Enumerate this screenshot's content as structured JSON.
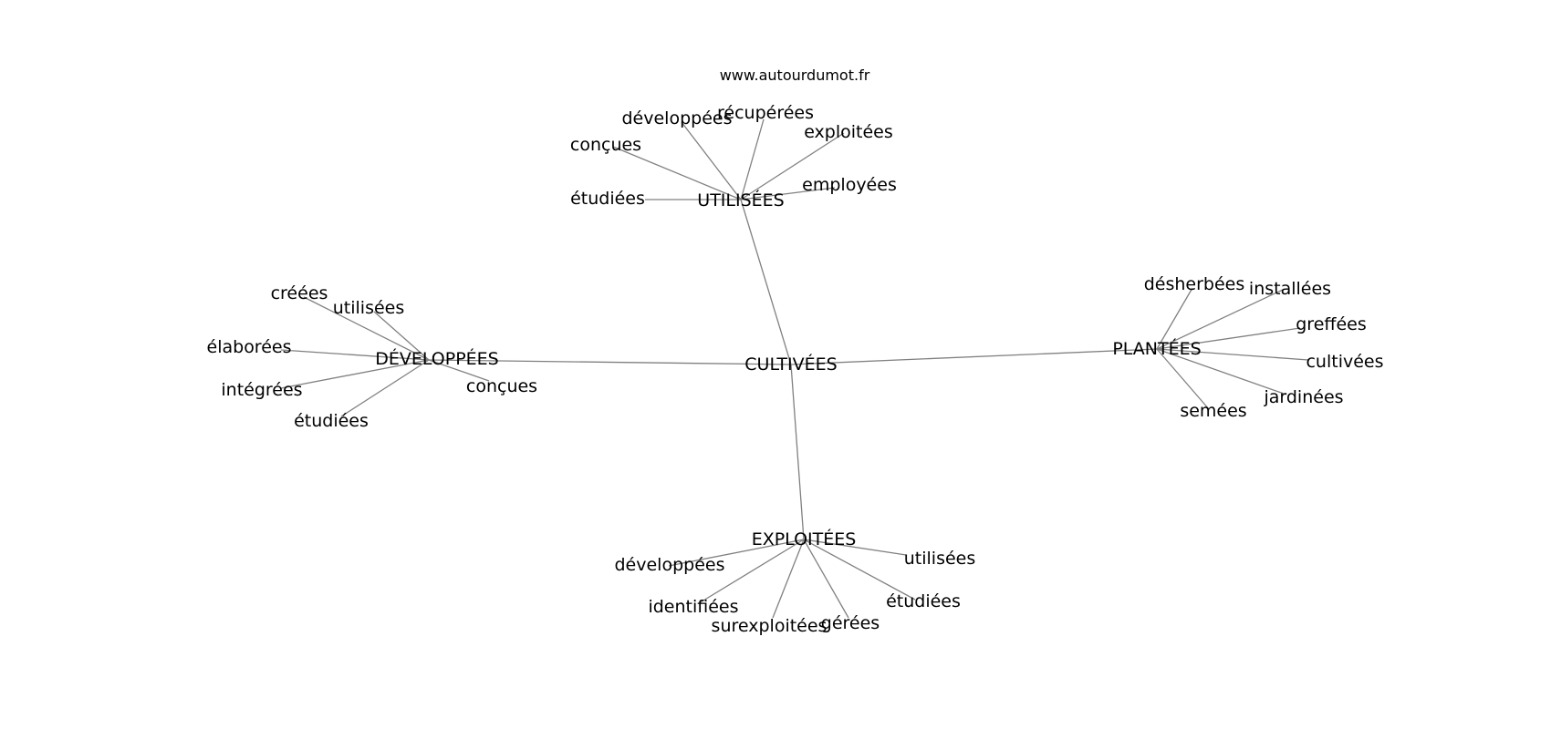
{
  "source": "www.autourdumot.fr",
  "center": "CULTIVÉES",
  "clusters": [
    {
      "key": "utilisees",
      "label": "UTILISÉES",
      "words": [
        "étudiées",
        "conçues",
        "développées",
        "récupérées",
        "exploitées",
        "employées"
      ]
    },
    {
      "key": "developpees",
      "label": "DÉVELOPPÉES",
      "words": [
        "créées",
        "utilisées",
        "élaborées",
        "intégrées",
        "étudiées",
        "conçues"
      ]
    },
    {
      "key": "plantees",
      "label": "PLANTÉES",
      "words": [
        "désherbées",
        "installées",
        "greffées",
        "cultivées",
        "jardinées",
        "semées"
      ]
    },
    {
      "key": "exploitees",
      "label": "EXPLOITÉES",
      "words": [
        "développées",
        "identifiées",
        "surexploitées",
        "gérées",
        "étudiées",
        "utilisées"
      ]
    }
  ]
}
